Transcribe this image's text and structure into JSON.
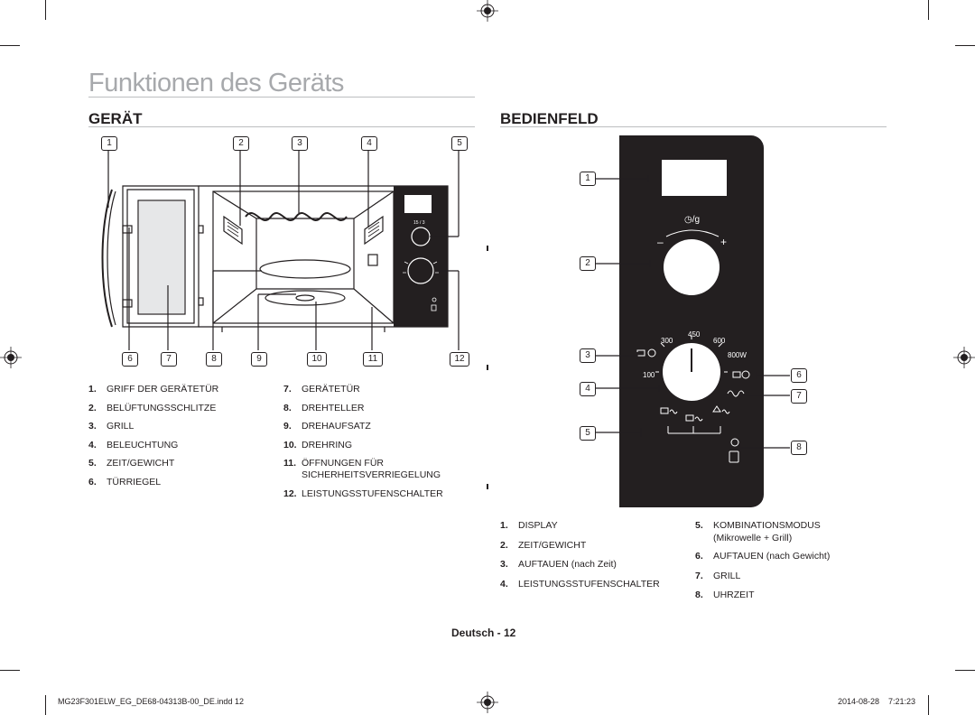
{
  "page": {
    "title": "Funktionen des Geräts",
    "page_label": "Deutsch - 12",
    "footer_file": "MG23F301ELW_EG_DE68-04313B-00_DE.indd   12",
    "footer_date": "2014-08-28",
    "footer_time": "7:21:23"
  },
  "geraet": {
    "heading": "GERÄT",
    "top_callouts": [
      "1",
      "2",
      "3",
      "4",
      "5"
    ],
    "bottom_callouts": [
      "6",
      "7",
      "8",
      "9",
      "10",
      "11",
      "12"
    ],
    "display_label": "15 / 3",
    "items_left": [
      {
        "num": "1.",
        "text": "GRIFF DER GERÄTETÜR"
      },
      {
        "num": "2.",
        "text": "BELÜFTUNGSSCHLITZE"
      },
      {
        "num": "3.",
        "text": "GRILL"
      },
      {
        "num": "4.",
        "text": "BELEUCHTUNG"
      },
      {
        "num": "5.",
        "text": "ZEIT/GEWICHT"
      },
      {
        "num": "6.",
        "text": "TÜRRIEGEL"
      }
    ],
    "items_right": [
      {
        "num": "7.",
        "text": "GERÄTETÜR"
      },
      {
        "num": "8.",
        "text": "DREHTELLER"
      },
      {
        "num": "9.",
        "text": "DREHAUFSATZ"
      },
      {
        "num": "10.",
        "text": "DREHRING"
      },
      {
        "num": "11.",
        "text": "ÖFFNUNGEN FÜR",
        "text2": "SICHERHEITSVERRIEGELUNG"
      },
      {
        "num": "12.",
        "text": "LEISTUNGSSTUFENSCHALTER"
      }
    ]
  },
  "bedienfeld": {
    "heading": "BEDIENFELD",
    "left_callouts": [
      "1",
      "2",
      "3",
      "4",
      "5"
    ],
    "right_callouts": [
      "6",
      "7",
      "8"
    ],
    "timer_label": "◷/g",
    "minus": "–",
    "plus": "+",
    "power_levels": {
      "p300": "300",
      "p450": "450",
      "p600": "600",
      "p100": "100",
      "p800": "800W"
    },
    "items_left": [
      {
        "num": "1.",
        "text": "DISPLAY"
      },
      {
        "num": "2.",
        "text": "ZEIT/GEWICHT"
      },
      {
        "num": "3.",
        "text": "AUFTAUEN (nach Zeit)"
      },
      {
        "num": "4.",
        "text": "LEISTUNGSSTUFENSCHALTER"
      }
    ],
    "items_right": [
      {
        "num": "5.",
        "text": "KOMBINATIONSMODUS",
        "text2": "(Mikrowelle + Grill)"
      },
      {
        "num": "6.",
        "text": "AUFTAUEN (nach Gewicht)"
      },
      {
        "num": "7.",
        "text": "GRILL"
      },
      {
        "num": "8.",
        "text": "UHRZEIT"
      }
    ]
  }
}
